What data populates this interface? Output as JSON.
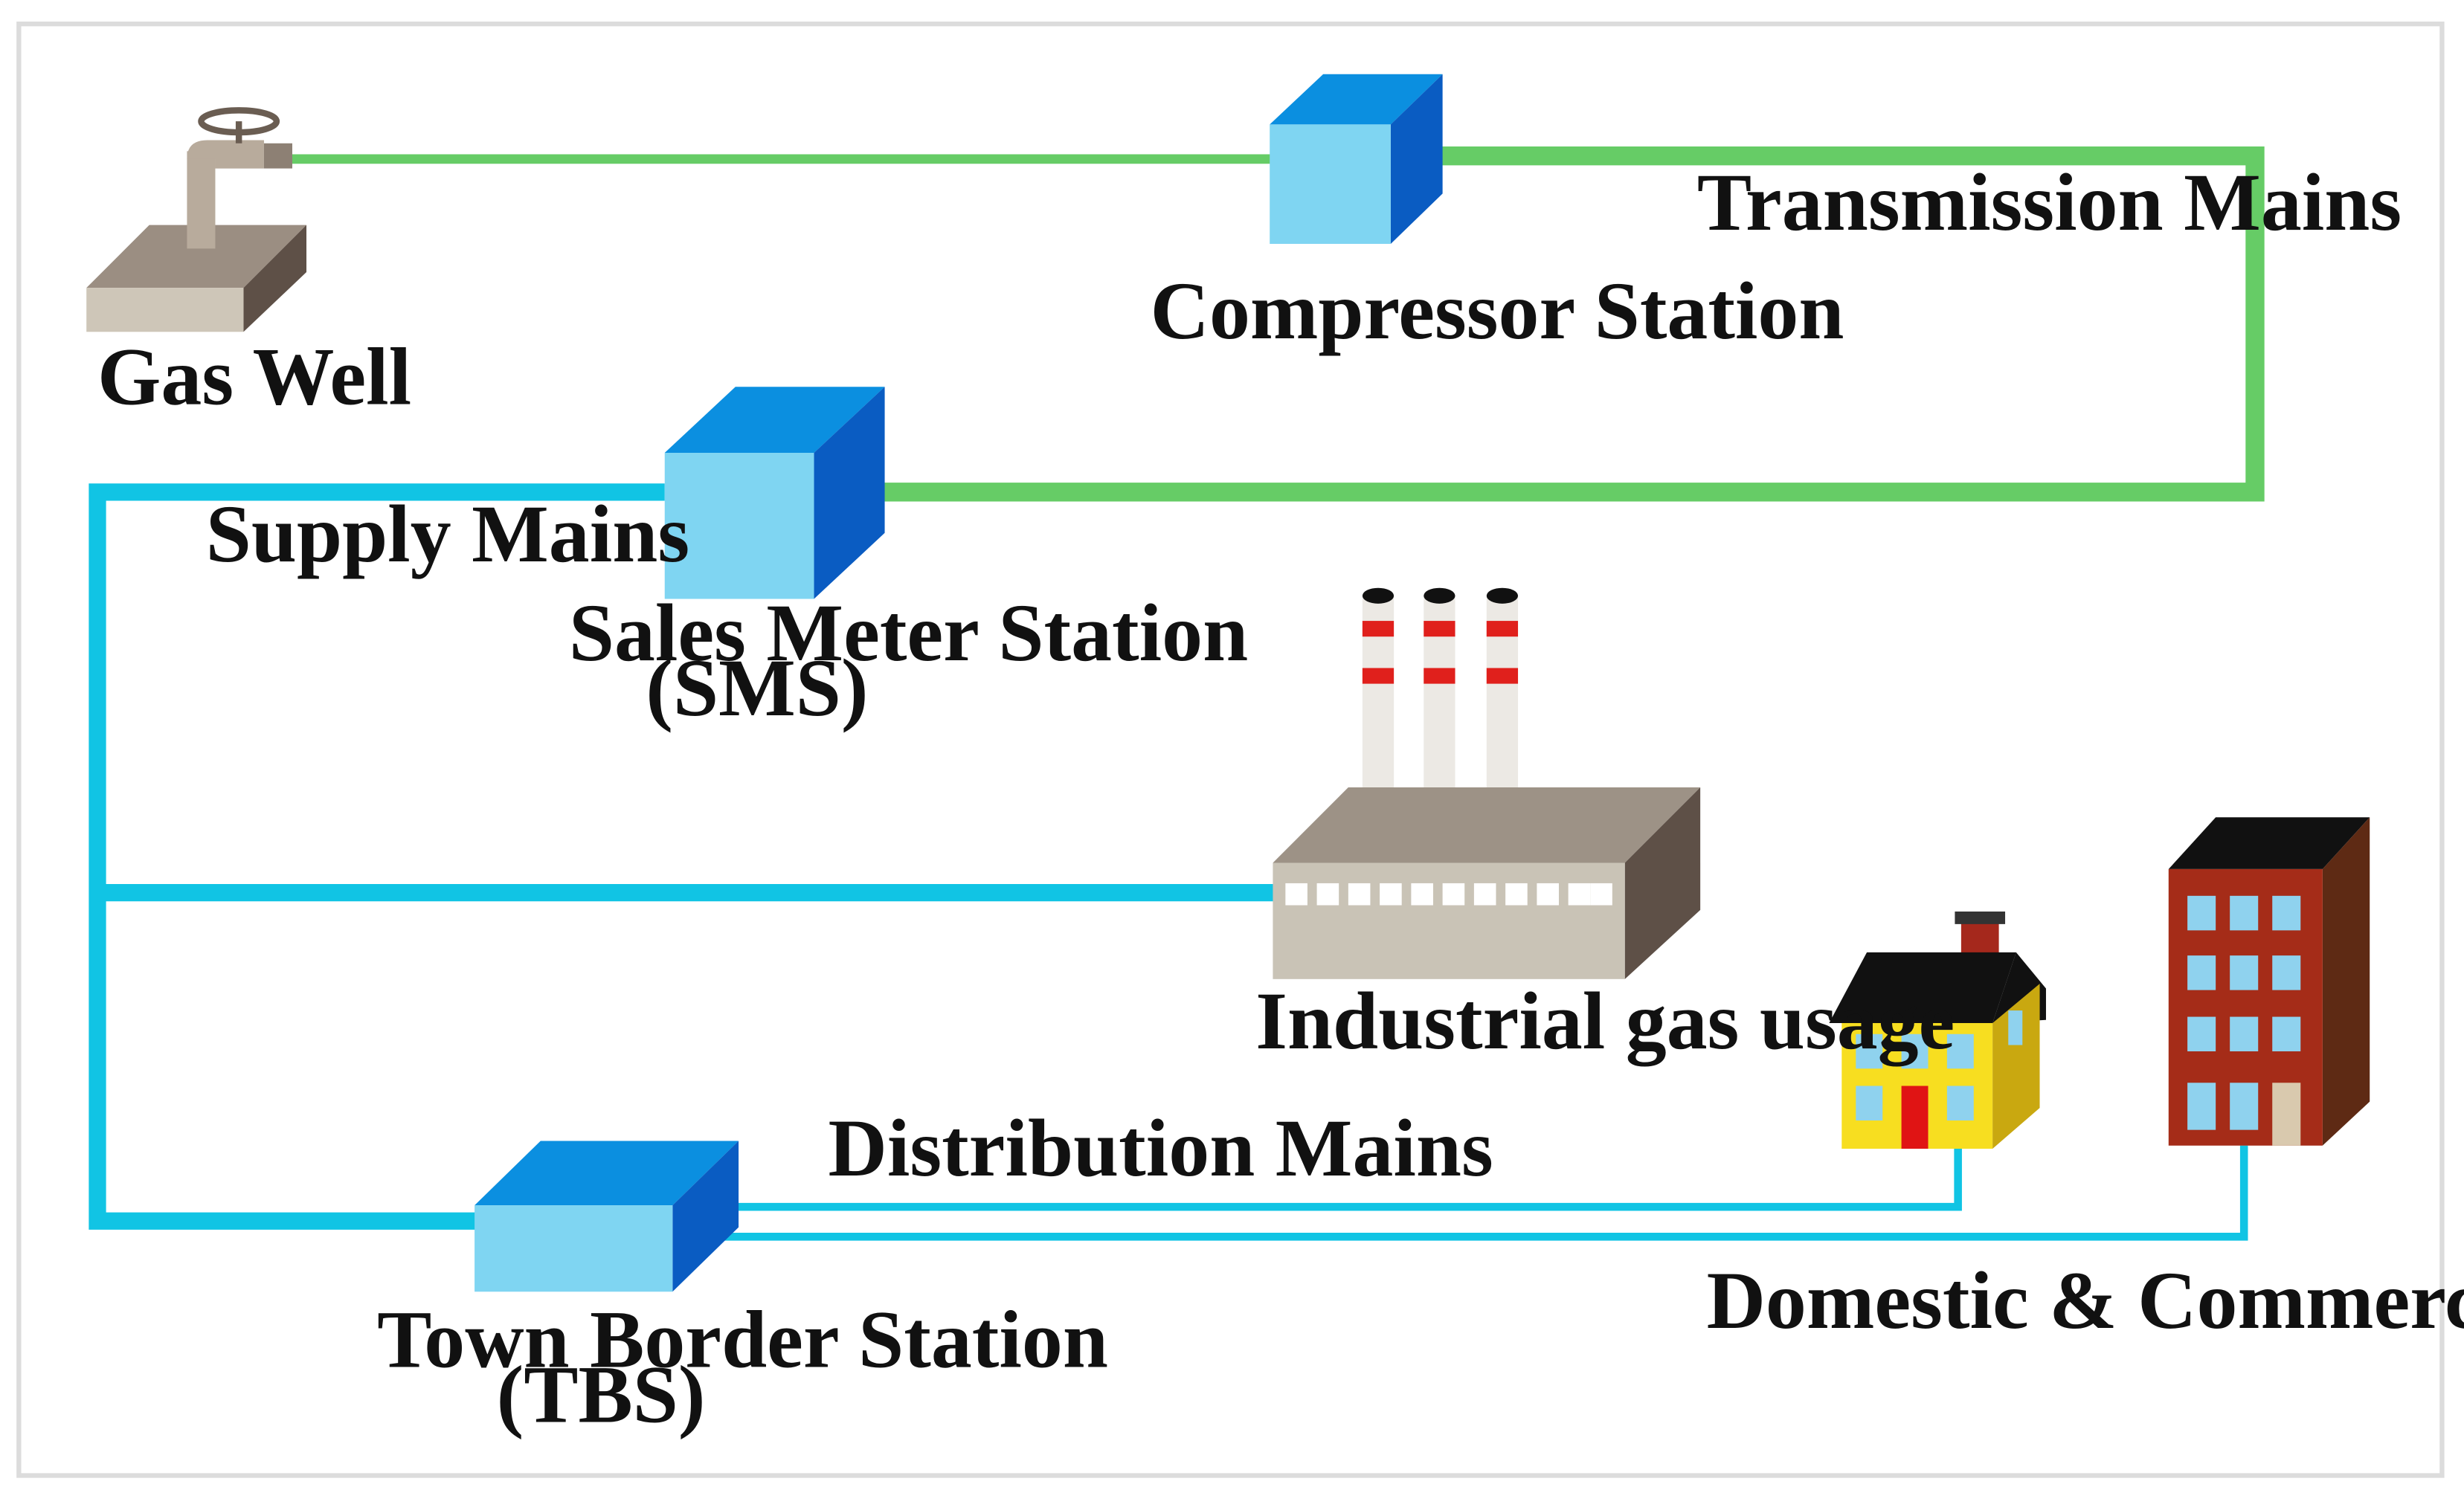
{
  "labels": {
    "gas_well": "Gas Well",
    "compressor_station": "Compressor Station",
    "transmission_mains": "Transmission Mains",
    "supply_mains": "Supply Mains",
    "sales_meter_station_line1": "Sales Meter Station",
    "sales_meter_station_line2": "(SMS)",
    "industrial_gas_usage": "Industrial gas usage",
    "distribution_mains": "Distribution Mains",
    "town_border_station_line1": "Town Border Station",
    "town_border_station_line2": "(TBS)",
    "domestic_commercial_usage": "Domestic & Commercial gas usage"
  },
  "colors": {
    "transmission_pipe": "#66cc66",
    "supply_pipe": "#11c4e4",
    "station_front": "#7fd5f2",
    "station_top": "#0b8fe0",
    "station_side": "#0a5cc2",
    "house_wall": "#f7de20",
    "house_door": "#e01414",
    "building_wall": "#a52c18",
    "window": "#8fd2ee",
    "factory_front": "#c9c3b6",
    "stack_band": "#e0201c"
  }
}
